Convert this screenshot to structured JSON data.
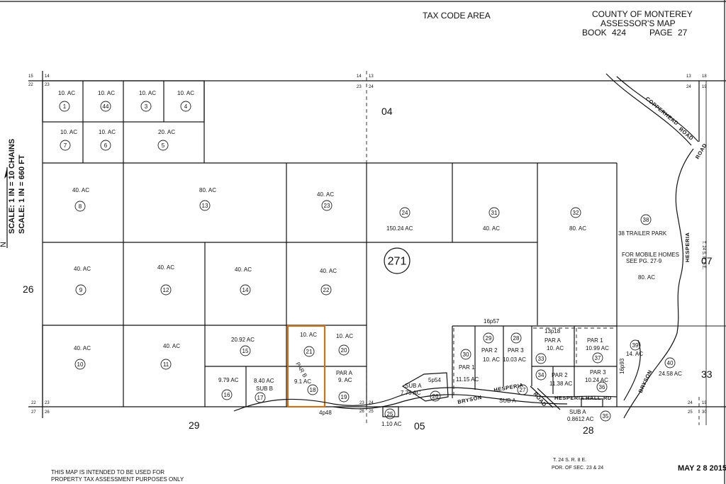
{
  "header": {
    "tax_code_area": "TAX CODE AREA",
    "county": "COUNTY OF MONTEREY",
    "map_type": "ASSESSOR'S MAP",
    "book_label": "BOOK",
    "book_number": "424",
    "page_label": "PAGE",
    "page_number": "27"
  },
  "scale": {
    "line1": "SCALE: 1 IN = 10 CHAINS",
    "line2": "SCALE: 1 IN = 660 FT",
    "north": "N"
  },
  "big_parcel": "271",
  "parcels": {
    "p1": {
      "acres": "10. AC",
      "num": "1"
    },
    "p44": {
      "acres": "10. AC",
      "num": "44"
    },
    "p3": {
      "acres": "10. AC",
      "num": "3"
    },
    "p4": {
      "acres": "10. AC",
      "num": "4"
    },
    "p7": {
      "acres": "10. AC",
      "num": "7"
    },
    "p6": {
      "acres": "10. AC",
      "num": "6"
    },
    "p5": {
      "acres": "20. AC",
      "num": "5"
    },
    "p8": {
      "acres": "40. AC",
      "num": "8"
    },
    "p13": {
      "acres": "80. AC",
      "num": "13"
    },
    "p23": {
      "acres": "40. AC",
      "num": "23"
    },
    "p24": {
      "acres": "150.24 AC",
      "num": "24"
    },
    "p31": {
      "acres": "40. AC",
      "num": "31"
    },
    "p32": {
      "acres": "80. AC",
      "num": "32"
    },
    "p38": {
      "num": "38",
      "line1": "38 TRAILER PARK",
      "line2": "FOR MOBILE HOMES",
      "line3": "SEE PG. 27-9",
      "acres": "80. AC"
    },
    "p9": {
      "acres": "40. AC",
      "num": "9"
    },
    "p12": {
      "acres": "40. AC",
      "num": "12"
    },
    "p14": {
      "acres": "40. AC",
      "num": "14"
    },
    "p22": {
      "acres": "40. AC",
      "num": "22"
    },
    "p10": {
      "acres": "40. AC",
      "num": "10"
    },
    "p11": {
      "acres": "40. AC",
      "num": "11"
    },
    "p15": {
      "acres": "20.92 AC",
      "num": "15"
    },
    "p21": {
      "acres": "10. AC",
      "num": "21"
    },
    "p20": {
      "acres": "10. AC",
      "num": "20"
    },
    "p16": {
      "acres": "9.79 AC",
      "num": "16"
    },
    "p17": {
      "sub": "SUB B",
      "acres": "8.40 AC",
      "num": "17"
    },
    "p18": {
      "par": "PAR B",
      "acres": "9.1 AC",
      "num": "18"
    },
    "p19": {
      "par": "PAR A",
      "acres": "9. AC",
      "num": "19"
    },
    "p26": {
      "ref": "5p54",
      "sub": "SUB A",
      "acres": "7.75 AC",
      "num": "26"
    },
    "p25": {
      "acres": "1.10 AC",
      "num": "25"
    },
    "p30": {
      "par": "PAR 1",
      "acres": "11.15 AC",
      "num": "30"
    },
    "p29": {
      "par": "PAR 2",
      "acres": "10. AC",
      "num": "29"
    },
    "p28": {
      "par": "PAR 3",
      "acres": "10.03 AC",
      "num": "28"
    },
    "p33": {
      "par": "PAR A",
      "acres": "10. AC",
      "num": "33"
    },
    "p37": {
      "par": "PAR 1",
      "acres": "10.99 AC",
      "num": "37"
    },
    "p34": {
      "par": "PAR 2",
      "acres": "11.38 AC",
      "num": "34"
    },
    "p36": {
      "par": "PAR 3",
      "acres": "10.24 AC",
      "num": "36"
    },
    "p27": {
      "sub": "SUB A",
      "num": "27"
    },
    "p35": {
      "sub": "SUB A",
      "acres": "0.8612 AC",
      "num": "35"
    },
    "p39": {
      "acres": "14. AC",
      "num": "39"
    },
    "p40": {
      "acres": "24.58 AC",
      "num": "40"
    }
  },
  "refs": {
    "r16p57": "16p57",
    "r13p18": "13p18",
    "r16p93": "16p93",
    "r4p48": "4p48"
  },
  "sections": {
    "s04": "04",
    "s26": "26",
    "s07": "07",
    "s33": "33",
    "s29": "29",
    "s05": "05",
    "s28": "28"
  },
  "corners": {
    "c15": "15",
    "c14a": "14",
    "c22a": "22",
    "c23a": "23",
    "c14b": "14",
    "c13a": "13",
    "c23b": "23",
    "c24a": "24",
    "c13b": "13",
    "c18a": "18",
    "c24b": "24",
    "c19a": "19",
    "c22b": "22",
    "c23c": "23",
    "c27a": "27",
    "c26a": "26",
    "c23d": "23",
    "c24c": "24",
    "c26b": "26",
    "c25a": "25",
    "c24d": "24",
    "c19b": "19",
    "c25b": "25",
    "c30": "30"
  },
  "roads": {
    "copperhead": "COPPERHEAD",
    "road1": "ROAD",
    "road2": "ROAD",
    "hesperia_vertical": "HESPERIA",
    "bryson1": "BRYSON",
    "hesperia1": "HESPERIA",
    "road3": "ROAD",
    "hesperia2": "HESPERIA",
    "hall": "HALL",
    "rd": "RD",
    "bryson2": "BRYSON"
  },
  "township_right": "T. 24 S. R. 8 E.",
  "footer": {
    "disclaimer1": "THIS MAP IS INTENDED TO BE USED FOR",
    "disclaimer2": "PROPERTY TAX ASSESSMENT PURPOSES ONLY",
    "township": "T. 24 S. R. 8 E.",
    "portion": "POR. OF SEC. 23 & 24",
    "date": "MAY 2 8 2015"
  }
}
